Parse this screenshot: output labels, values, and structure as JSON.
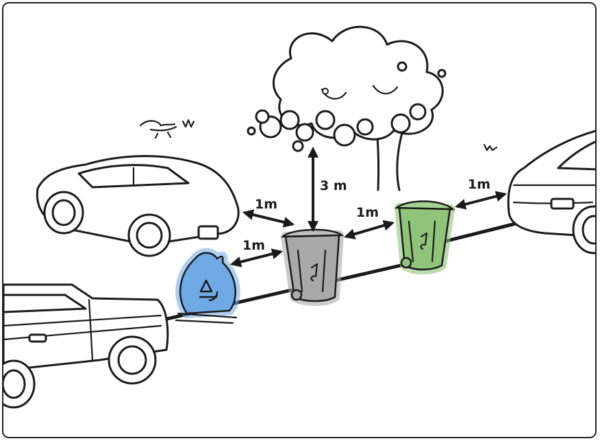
{
  "labels": {
    "tree_to_bin": "3 m",
    "car_to_bin": "1m",
    "bag_to_bin": "1m",
    "bin_to_bin": "1m",
    "bin_to_car": "1m"
  },
  "colors": {
    "recycling_bag": "#6fa9e6",
    "general_bin": "#a9a9a9",
    "organics_bin": "#8fc47a",
    "outline": "#1a1a1a"
  },
  "icons": {
    "recycling": "recycle-symbol",
    "bin_logo": "leaf-mark"
  }
}
